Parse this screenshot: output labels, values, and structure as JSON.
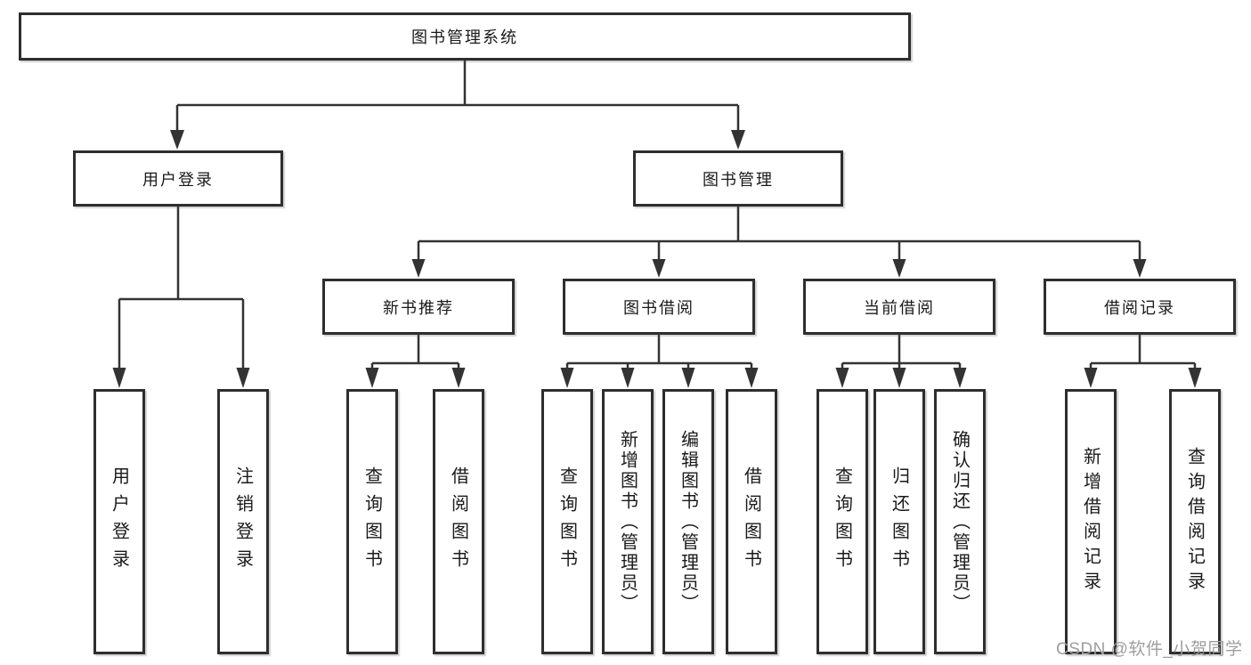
{
  "diagram": {
    "root": {
      "label": "图书管理系统"
    },
    "branches": [
      {
        "label": "用户登录",
        "children": [
          {
            "label": "用户登录"
          },
          {
            "label": "注销登录"
          }
        ]
      },
      {
        "label": "图书管理",
        "groups": [
          {
            "label": "新书推荐",
            "children": [
              {
                "label": "查询图书"
              },
              {
                "label": "借阅图书"
              }
            ]
          },
          {
            "label": "图书借阅",
            "children": [
              {
                "label": "查询图书"
              },
              {
                "label": "新增图书（管理员）"
              },
              {
                "label": "编辑图书（管理员）"
              },
              {
                "label": "借阅图书"
              }
            ]
          },
          {
            "label": "当前借阅",
            "children": [
              {
                "label": "查询图书"
              },
              {
                "label": "归还图书"
              },
              {
                "label": "确认归还（管理员）"
              }
            ]
          },
          {
            "label": "借阅记录",
            "children": [
              {
                "label": "新增借阅记录"
              },
              {
                "label": "查询借阅记录"
              }
            ]
          }
        ]
      }
    ]
  },
  "watermark": {
    "text": "CSDN @软件_小贺同学"
  },
  "colors": {
    "line": "#333333",
    "border": "#2e2e2e",
    "text": "#1a1a1a",
    "background": "#ffffff",
    "watermark": "#9e9e9e"
  }
}
